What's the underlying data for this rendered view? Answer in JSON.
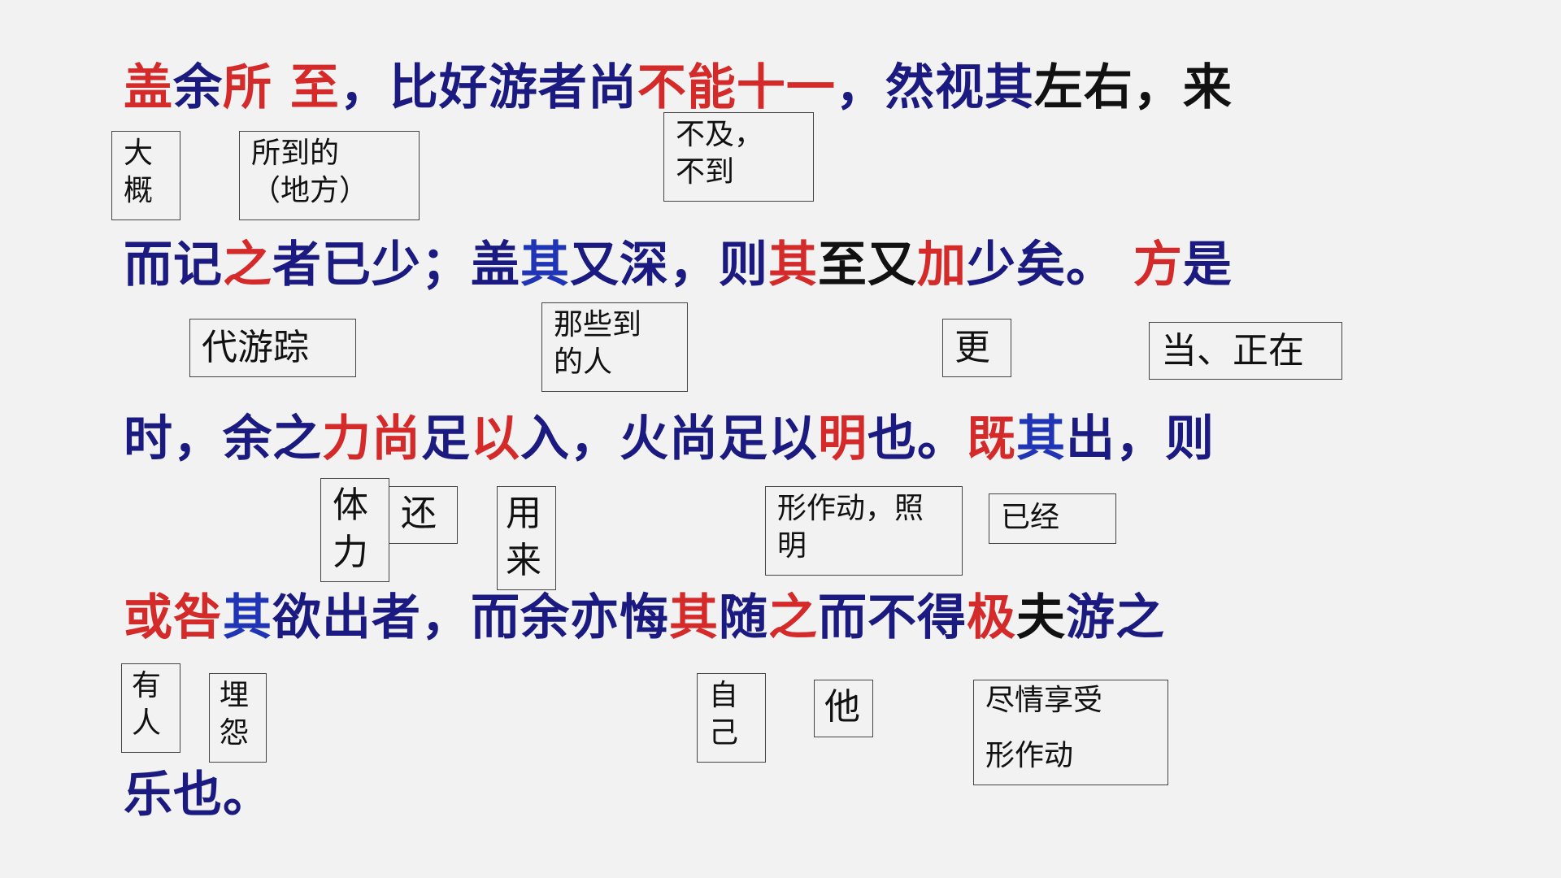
{
  "lines": [
    {
      "segments": [
        {
          "text": "盖",
          "color": "red"
        },
        {
          "text": "余",
          "color": "blue"
        },
        {
          "text": "所  至",
          "color": "red"
        },
        {
          "text": "，比好游者尚",
          "color": "blue"
        },
        {
          "text": "不能十一",
          "color": "red"
        },
        {
          "text": "，然视其",
          "color": "blue"
        },
        {
          "text": "左右，来",
          "color": "black"
        }
      ]
    },
    {
      "segments": [
        {
          "text": "而记",
          "color": "blue"
        },
        {
          "text": "之",
          "color": "red"
        },
        {
          "text": "者已少；盖",
          "color": "blue"
        },
        {
          "text": "其",
          "color": "bluebright"
        },
        {
          "text": "又深，则",
          "color": "blue"
        },
        {
          "text": "其",
          "color": "red"
        },
        {
          "text": "至又",
          "color": "black"
        },
        {
          "text": "加",
          "color": "red"
        },
        {
          "text": "少矣。 ",
          "color": "blue"
        },
        {
          "text": "方",
          "color": "red"
        },
        {
          "text": "是",
          "color": "blue"
        }
      ]
    },
    {
      "segments": [
        {
          "text": "时，余之",
          "color": "blue"
        },
        {
          "text": "力尚",
          "color": "red"
        },
        {
          "text": "足",
          "color": "blue"
        },
        {
          "text": "以",
          "color": "red"
        },
        {
          "text": "入，火尚足以",
          "color": "blue"
        },
        {
          "text": "明",
          "color": "red"
        },
        {
          "text": "也。",
          "color": "blue"
        },
        {
          "text": "既",
          "color": "red"
        },
        {
          "text": "其",
          "color": "bluebright"
        },
        {
          "text": "出，则",
          "color": "blue"
        }
      ]
    },
    {
      "segments": [
        {
          "text": "或咎",
          "color": "red"
        },
        {
          "text": "其",
          "color": "bluebright"
        },
        {
          "text": "欲出者，而余亦悔",
          "color": "blue"
        },
        {
          "text": "其",
          "color": "red"
        },
        {
          "text": "随",
          "color": "blue"
        },
        {
          "text": "之",
          "color": "red"
        },
        {
          "text": "而不得",
          "color": "blue"
        },
        {
          "text": "极",
          "color": "red"
        },
        {
          "text": "夫",
          "color": "black"
        },
        {
          "text": "游之",
          "color": "blue"
        }
      ]
    },
    {
      "segments": [
        {
          "text": "乐也。",
          "color": "blue"
        }
      ]
    }
  ],
  "annotations": {
    "n_dagai": "大\n概",
    "n_suodao": "所到的\n（地方）",
    "n_buji": "不及，\n不到",
    "n_daiyouzong": "代游踪",
    "n_naxie": "那些到\n的人",
    "n_geng": "更",
    "n_dangzhengzai": "当、正在",
    "n_tili": "体\n力",
    "n_hai": "还",
    "n_yonglai": "用\n来",
    "n_xingzuodong_zhaoming": "形作动，照\n明",
    "n_yijing": "已经",
    "n_youren": "有\n人",
    "n_maiyuan": "埋\n怨",
    "n_ziji": "自\n己",
    "n_ta": "他",
    "n_jinqing": "尽情享受\n\n形作动"
  },
  "colors": {
    "blue": "#1a1a80",
    "bluebright": "#1f35b5",
    "red": "#d42a2a",
    "black": "#111111",
    "background": "#f2f2f2"
  }
}
